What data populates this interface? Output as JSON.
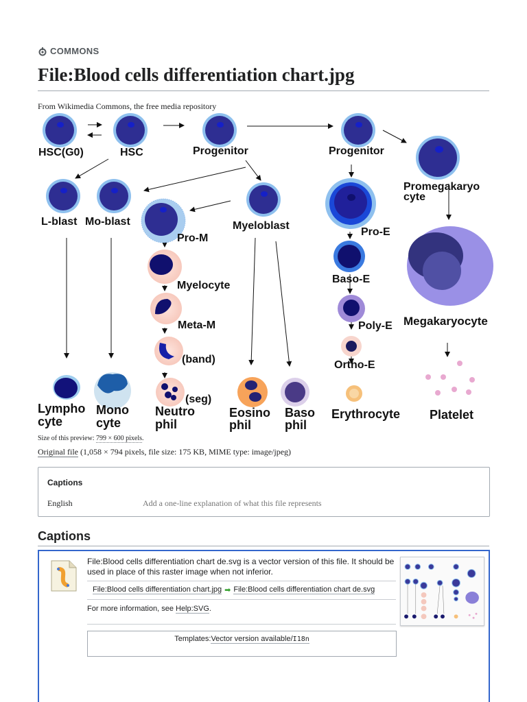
{
  "header": {
    "logo_text": "COMMONS",
    "logo_icon": "commons-logo-icon"
  },
  "page": {
    "title": "File:Blood cells differentiation chart.jpg",
    "tagline": "From Wikimedia Commons, the free media repository"
  },
  "image": {
    "cell_labels": {
      "hsc_g0": "HSC(G0)",
      "hsc": "HSC",
      "progenitor_1": "Progenitor",
      "progenitor_2": "Progenitor",
      "promega_1": "Promegakaryo",
      "promega_2": "cyte",
      "lblast": "L-blast",
      "moblast": "Mo-blast",
      "myeloblast": "Myeloblast",
      "prom": "Pro-M",
      "myelocyte": "Myelocyte",
      "metam": "Meta-M",
      "band": "(band)",
      "seg": "(seg)",
      "proe": "Pro-E",
      "basoe": "Baso-E",
      "polye": "Poly-E",
      "orthoe": "Ortho-E",
      "megakaryocyte": "Megakaryocyte",
      "lympho_1": "Lympho",
      "lympho_2": "cyte",
      "mono_1": "Mono",
      "mono_2": "cyte",
      "neutro_1": "Neutro",
      "neutro_2": "phil",
      "eosino_1": "Eosino",
      "eosino_2": "phil",
      "baso_1": "Baso",
      "baso_2": "phil",
      "erythrocyte": "Erythrocyte",
      "platelet": "Platelet"
    }
  },
  "file_info": {
    "preview_prefix": "Size of this preview: ",
    "preview_link": "799 × 600 pixels",
    "preview_suffix": ".",
    "original_link": "Original file",
    "original_details": " (1,058 × 794 pixels, file size: 175 KB, MIME type: image/jpeg)"
  },
  "captions_box": {
    "heading": "Captions",
    "language": "English",
    "placeholder": "Add a one-line explanation of what this file represents"
  },
  "captions_section": {
    "heading": "Captions"
  },
  "vector_notice": {
    "text": "File:Blood cells differentiation chart de.svg is a vector version of this file. It should be used in place of this raster image when not inferior.",
    "from_file": "File:Blood cells differentiation chart.jpg",
    "arrow": "➡",
    "to_file": "File:Blood cells differentiation chart de.svg",
    "more_prefix": "For more information, see ",
    "more_link": "Help:SVG",
    "more_suffix": ".",
    "templates_prefix": "Templates:",
    "templates_link": "Vector version available/",
    "templates_code": "I18n"
  },
  "colors": {
    "link": "#202122",
    "box_border": "#3366cc",
    "cell_blue": "#2a2a8c",
    "cell_halo": "#7aaee8"
  }
}
